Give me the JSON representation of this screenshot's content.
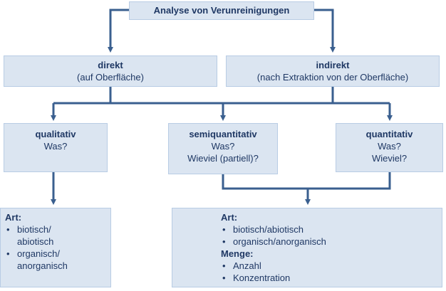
{
  "title": "Analyse von Verunreinigungen",
  "direct": {
    "title": "direkt",
    "subtitle": "(auf Oberfläche)"
  },
  "indirect": {
    "title": "indirekt",
    "subtitle": "(nach Extraktion von der Oberfläche)"
  },
  "qualitative": {
    "title": "qualitativ",
    "lines": [
      "Was?"
    ]
  },
  "semiquantitative": {
    "title": "semiquantitativ",
    "lines": [
      "Was?",
      "Wieviel (partiell)?"
    ]
  },
  "quantitative": {
    "title": "quantitativ",
    "lines": [
      "Was?",
      "Wieviel?"
    ]
  },
  "result_left": {
    "heading": "Art:",
    "items": [
      "biotisch/",
      "abiotisch",
      "organisch/",
      "anorganisch"
    ]
  },
  "result_right": {
    "art_heading": "Art:",
    "art_items": [
      "biotisch/abiotisch",
      "organisch/anorganisch"
    ],
    "menge_heading": "Menge:",
    "menge_items": [
      "Anzahl",
      "Konzentration"
    ]
  },
  "colors": {
    "box_fill": "#dbe5f1",
    "box_border": "#b8cce4",
    "connector": "#3a5f8f",
    "text": "#1f3864"
  }
}
